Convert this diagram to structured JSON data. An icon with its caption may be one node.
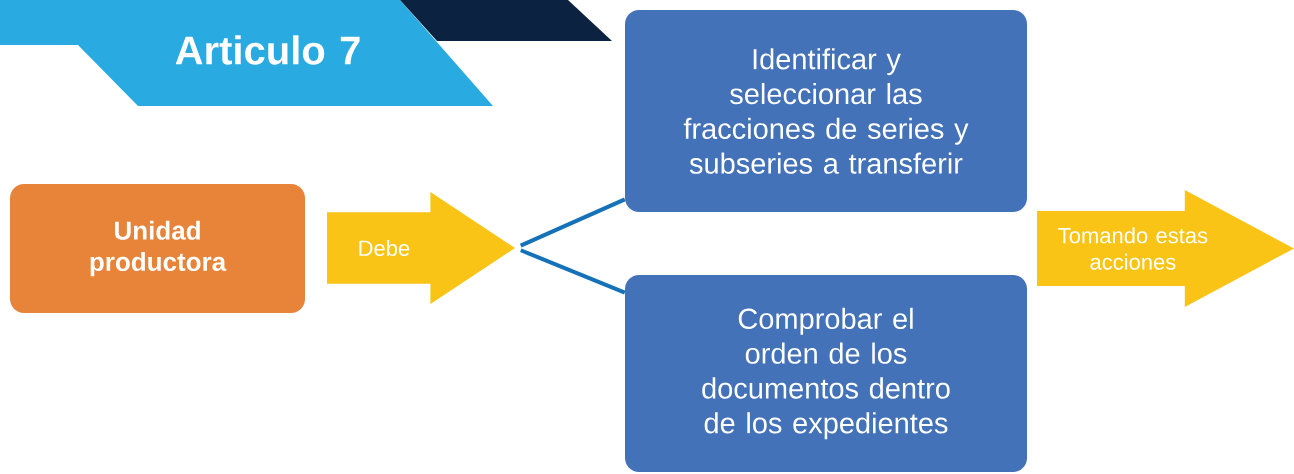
{
  "diagram": {
    "title": "Articulo 7",
    "nodes": [
      {
        "text": [
          "Unidad productora"
        ]
      },
      {
        "text": [
          "Debe"
        ]
      },
      {
        "text": [
          "Identificar y seleccionar las fracciones de series y subseries a transferir"
        ]
      },
      {
        "text": [
          "Comprobar el orden de los documentos dentro de los expedientes"
        ]
      },
      {
        "text": [
          "Tomando estas acciones"
        ]
      }
    ],
    "edges": [
      {
        "from": 1,
        "to": 2,
        "arrow": "none"
      },
      {
        "from": 1,
        "to": 3,
        "arrow": "none"
      }
    ]
  }
}
